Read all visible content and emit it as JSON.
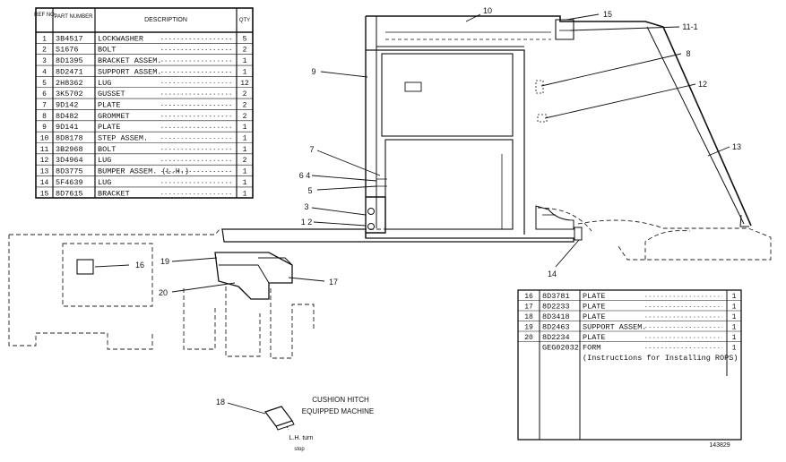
{
  "parts_table_top": {
    "headers": {
      "ref_no": "REF NO",
      "part_number": "PART NUMBER",
      "description": "DESCRIPTION",
      "qty": "QTY"
    },
    "rows": [
      {
        "ref": "1",
        "part": "3B4517",
        "desc": "LOCKWASHER",
        "qty": "5"
      },
      {
        "ref": "2",
        "part": "S1676",
        "desc": "BOLT",
        "qty": "2"
      },
      {
        "ref": "3",
        "part": "8D1395",
        "desc": "BRACKET ASSEM.",
        "qty": "1"
      },
      {
        "ref": "4",
        "part": "8D2471",
        "desc": "SUPPORT ASSEM.",
        "qty": "1"
      },
      {
        "ref": "5",
        "part": "2H8362",
        "desc": "LUG",
        "qty": "12"
      },
      {
        "ref": "6",
        "part": "3K5702",
        "desc": "GUSSET",
        "qty": "2"
      },
      {
        "ref": "7",
        "part": "9D142",
        "desc": "PLATE",
        "qty": "2"
      },
      {
        "ref": "8",
        "part": "8D482",
        "desc": "GROMMET",
        "qty": "2"
      },
      {
        "ref": "9",
        "part": "9D141",
        "desc": "PLATE",
        "qty": "1"
      },
      {
        "ref": "10",
        "part": "8D8178",
        "desc": "STEP ASSEM.",
        "qty": "1"
      },
      {
        "ref": "11",
        "part": "3B2968",
        "desc": "BOLT",
        "qty": "1"
      },
      {
        "ref": "12",
        "part": "3D4964",
        "desc": "LUG",
        "qty": "2"
      },
      {
        "ref": "13",
        "part": "8D3775",
        "desc": "BUMPER ASSEM. (L.H.)",
        "qty": "1"
      },
      {
        "ref": "14",
        "part": "5F4639",
        "desc": "LUG",
        "qty": "1"
      },
      {
        "ref": "15",
        "part": "8D7615",
        "desc": "BRACKET",
        "qty": "1"
      }
    ]
  },
  "parts_table_bottom": {
    "rows": [
      {
        "ref": "16",
        "part": "8D3781",
        "desc": "PLATE",
        "qty": "1"
      },
      {
        "ref": "17",
        "part": "8D2233",
        "desc": "PLATE",
        "qty": "1"
      },
      {
        "ref": "18",
        "part": "8D3418",
        "desc": "PLATE",
        "qty": "1"
      },
      {
        "ref": "19",
        "part": "8D2463",
        "desc": "SUPPORT ASSEM.",
        "qty": "1"
      },
      {
        "ref": "20",
        "part": "8D2234",
        "desc": "PLATE",
        "qty": "1"
      },
      {
        "ref": "",
        "part": "GEG02032",
        "desc": "FORM",
        "qty": "1"
      },
      {
        "ref": "",
        "part": "",
        "desc": "(Instructions for Installing ROPS)",
        "qty": ""
      }
    ]
  },
  "callouts": [
    "10",
    "15",
    "11-1",
    "8",
    "9",
    "12",
    "13",
    "7",
    "6 4",
    "5",
    "3",
    "1 2",
    "14",
    "16",
    "19",
    "17",
    "20",
    "18"
  ],
  "inset": {
    "caption_line1": "CUSHION HITCH",
    "caption_line2": "EQUIPPED MACHINE",
    "note_line1": "L.H. turn",
    "note_line2": "stop"
  },
  "drawing_number": "143829",
  "colors": {
    "ink": "#111111",
    "paper": "#ffffff"
  }
}
